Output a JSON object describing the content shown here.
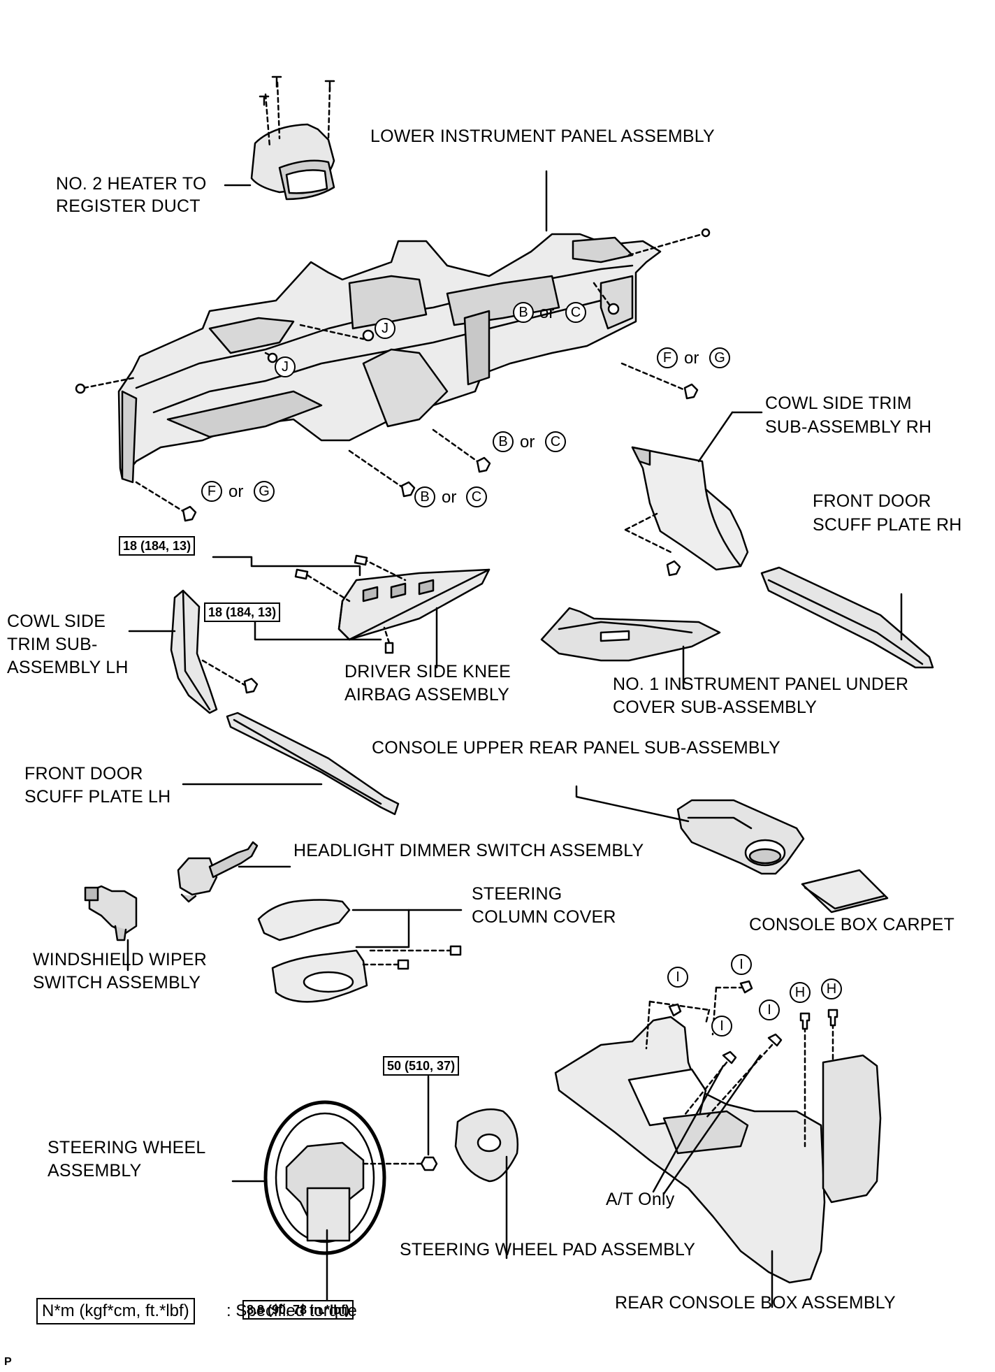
{
  "parts": {
    "lower_instrument_panel": "LOWER INSTRUMENT PANEL ASSEMBLY",
    "heater_duct": [
      "NO. 2 HEATER TO",
      "REGISTER DUCT"
    ],
    "cowl_side_rh": [
      "COWL SIDE TRIM",
      "SUB-ASSEMBLY RH"
    ],
    "scuff_rh": [
      "FRONT DOOR",
      "SCUFF PLATE RH"
    ],
    "cowl_side_lh": [
      "COWL SIDE",
      "TRIM SUB-",
      "ASSEMBLY LH"
    ],
    "knee_airbag": [
      "DRIVER SIDE KNEE",
      "AIRBAG ASSEMBLY"
    ],
    "under_cover": [
      "NO. 1 INSTRUMENT PANEL UNDER",
      "COVER SUB-ASSEMBLY"
    ],
    "console_upper_rear": "CONSOLE UPPER REAR PANEL SUB-ASSEMBLY",
    "scuff_lh": [
      "FRONT DOOR",
      "SCUFF PLATE LH"
    ],
    "headlight_switch": "HEADLIGHT DIMMER SWITCH ASSEMBLY",
    "steering_column_cover": [
      "STEERING",
      "COLUMN COVER"
    ],
    "console_box_carpet": "CONSOLE BOX CARPET",
    "wiper_switch": [
      "WINDSHIELD WIPER",
      "SWITCH ASSEMBLY"
    ],
    "steering_wheel": [
      "STEERING WHEEL",
      "ASSEMBLY"
    ],
    "steering_pad": "STEERING WHEEL PAD ASSEMBLY",
    "rear_console_box": "REAR CONSOLE BOX ASSEMBLY",
    "at_only": "A/T Only"
  },
  "torques": {
    "knee_airbag_upper": "18 (184, 13)",
    "knee_airbag_lower": "18 (184, 13)",
    "steering_wheel_nut": "50 (510, 37)",
    "steering_wheel_screw": "8.8 (90, 78 in.*lbf)"
  },
  "fastener_tags": {
    "j1": "J",
    "j2": "J",
    "b1": "B",
    "c1": "C",
    "b2": "B",
    "c2": "C",
    "b3": "B",
    "c3": "C",
    "f1": "F",
    "g1": "G",
    "f2": "F",
    "g2": "G",
    "i1": "I",
    "i2": "I",
    "i3": "I",
    "i4": "I",
    "h1": "H",
    "h2": "H",
    "or": "or"
  },
  "legend": {
    "units": "N*m (kgf*cm, ft.*lbf)",
    "meaning": ": Specified torque"
  },
  "figure_code": "P"
}
